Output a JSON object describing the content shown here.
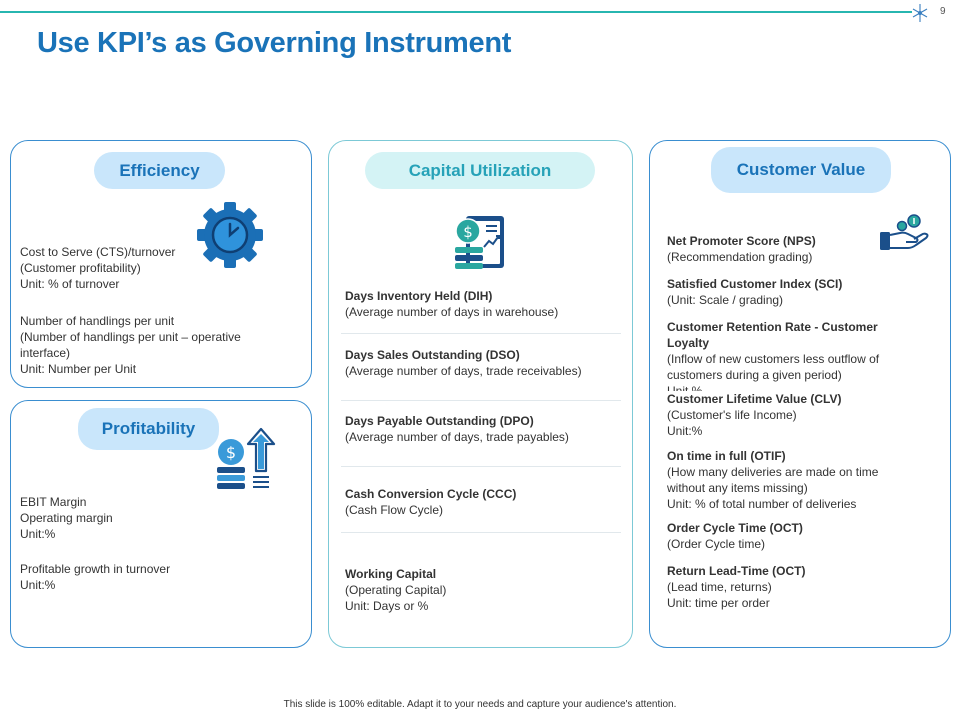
{
  "header": {
    "page_number": "9",
    "title": "Use KPI’s as Governing Instrument"
  },
  "efficiency": {
    "label": "Efficiency",
    "icon": "gear-clock-icon",
    "blocks": [
      {
        "lines": [
          "Cost to Serve (CTS)/turnover",
          "(Customer profitability)",
          "Unit: % of turnover"
        ]
      },
      {
        "lines": [
          "Number of handlings per unit",
          "(Number of handlings per unit – operative",
          "interface)",
          "Unit: Number per Unit"
        ]
      }
    ]
  },
  "profitability": {
    "label": "Profitability",
    "icon": "money-growth-icon",
    "blocks": [
      {
        "lines": [
          "EBIT Margin",
          "Operating margin",
          "Unit:%"
        ]
      },
      {
        "lines": [
          "Profitable growth in turnover",
          "Unit:%"
        ]
      }
    ]
  },
  "capital": {
    "label": "Capital Utilization",
    "icon": "financial-report-icon",
    "items": [
      {
        "title": "Days Inventory Held (DIH)",
        "lines": [
          "(Average  number of days in warehouse)"
        ]
      },
      {
        "title": "Days Sales Outstanding  (DSO)",
        "lines": [
          "(Average  number of days, trade receivables)"
        ]
      },
      {
        "title": "Days Payable Outstanding (DPO)",
        "lines": [
          "(Average  number of days, trade payables)"
        ]
      },
      {
        "title": "Cash Conversion Cycle (CCC)",
        "lines": [
          "(Cash Flow Cycle)"
        ]
      },
      {
        "title": "Working Capital",
        "lines": [
          "(Operating Capital)",
          "Unit: Days or %"
        ]
      }
    ]
  },
  "customer": {
    "label": "Customer Value",
    "icon": "hand-coins-icon",
    "items": [
      {
        "title": [
          "Net Promoter Score (NPS)"
        ],
        "lines": [
          "(Recommendation  grading)"
        ]
      },
      {
        "title": [
          "Satisfied Customer Index (SCI)"
        ],
        "lines": [
          "(Unit: Scale / grading)"
        ]
      },
      {
        "title": [
          "Customer Retention Rate - Customer",
          "Loyalty"
        ],
        "lines": [
          "(Inflow of new customers less outflow of",
          "customers during a given  period)",
          "Unit %"
        ]
      },
      {
        "title": [
          "Customer  Lifetime Value (CLV)"
        ],
        "lines": [
          "(Customer's life Income)",
          "Unit:%"
        ]
      },
      {
        "title": [
          "On time in full (OTIF)"
        ],
        "lines": [
          "(How many deliveries  are made on time",
          "without any items missing)",
          "Unit: % of total number of deliveries"
        ]
      },
      {
        "title": [
          "Order Cycle Time (OCT)"
        ],
        "lines": [
          "(Order Cycle time)"
        ]
      },
      {
        "title": [
          "Return Lead-Time (OCT)"
        ],
        "lines": [
          "(Lead time, returns)",
          "Unit: time per order"
        ]
      }
    ]
  },
  "footer": {
    "text": "This slide is 100% editable.  Adapt it to your needs and capture your audience's attention."
  },
  "colors": {
    "accent": "#1a73b8",
    "teal": "#27b6b0",
    "pill_blue": "#c9e6fb",
    "pill_teal": "#d4f3f5",
    "icon_dark": "#1b4f8a",
    "icon_light": "#3a9ad9"
  }
}
